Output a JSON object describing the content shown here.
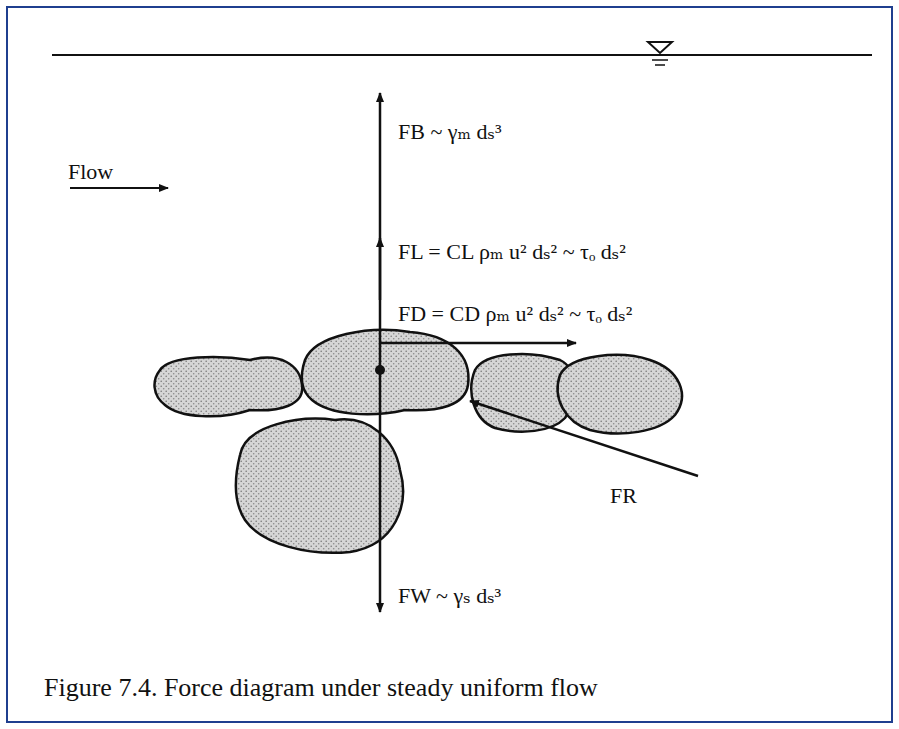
{
  "diagram": {
    "caption": "Figure 7.4. Force diagram under steady uniform flow",
    "labels": [
      "Flow",
      "FB ~ γₘ dₛ³",
      "FL = CL ρₘ u² dₛ² ~ τₒ dₛ²",
      "FD = CD ρₘ u² dₛ² ~ τₒ dₛ²",
      "FR",
      "FW ~ γₛ dₛ³"
    ]
  }
}
